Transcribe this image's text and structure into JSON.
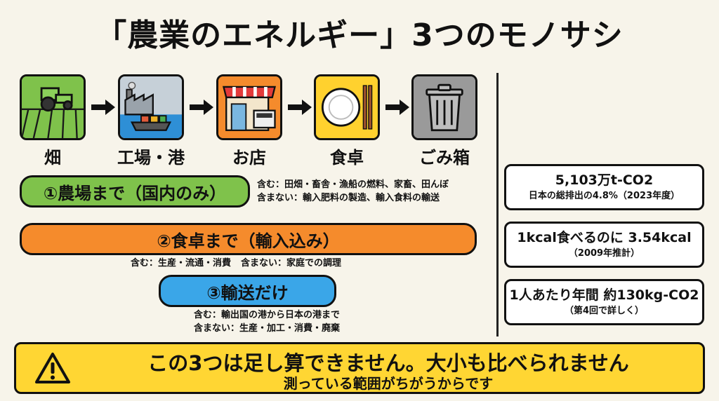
{
  "title": "「農業のエネルギー」3つのモノサシ",
  "stages": [
    {
      "label": "畑",
      "icon": "farm-tractor-icon",
      "color": "#7fc24b"
    },
    {
      "label": "工場・港",
      "icon": "factory-port-icon",
      "color": "#5b9bd5"
    },
    {
      "label": "お店",
      "icon": "store-icon",
      "color": "#f58b2c"
    },
    {
      "label": "食卓",
      "icon": "dining-plate-icon",
      "color": "#ffd12e"
    },
    {
      "label": "ごみ箱",
      "icon": "trash-can-icon",
      "color": "#9a9a9a"
    }
  ],
  "scopes": [
    {
      "label": "①農場まで（国内のみ）",
      "color": "#7fc24b",
      "includes": "含む：田畑・畜舎・漁船の燃料、家畜、田んぼ",
      "excludes": "含まない：輸入肥料の製造、輸入食料の輸送"
    },
    {
      "label": "②食卓まで（輸入込み）",
      "color": "#f58b2c",
      "includes": "含む：生産・流通・消費",
      "excludes": "含まない：家庭での調理"
    },
    {
      "label": "③輸送だけ",
      "color": "#3aa6e8",
      "includes": "含む：輸出国の港から日本の港まで",
      "excludes": "含まない：生産・加工・消費・廃棄"
    }
  ],
  "stats": [
    {
      "main": "5,103万t-CO2",
      "sub": "日本の総排出の4.8%（2023年度）"
    },
    {
      "main": "1kcal食べるのに 3.54kcal",
      "sub": "（2009年推計）"
    },
    {
      "main": "1人あたり年間 約130kg-CO2",
      "sub": "（第4回で詳しく）"
    }
  ],
  "warning": {
    "icon": "warning-triangle-icon",
    "main": "この3つは足し算できません。大小も比べられません",
    "sub": "測っている範囲がちがうからです",
    "color": "#ffd633"
  }
}
